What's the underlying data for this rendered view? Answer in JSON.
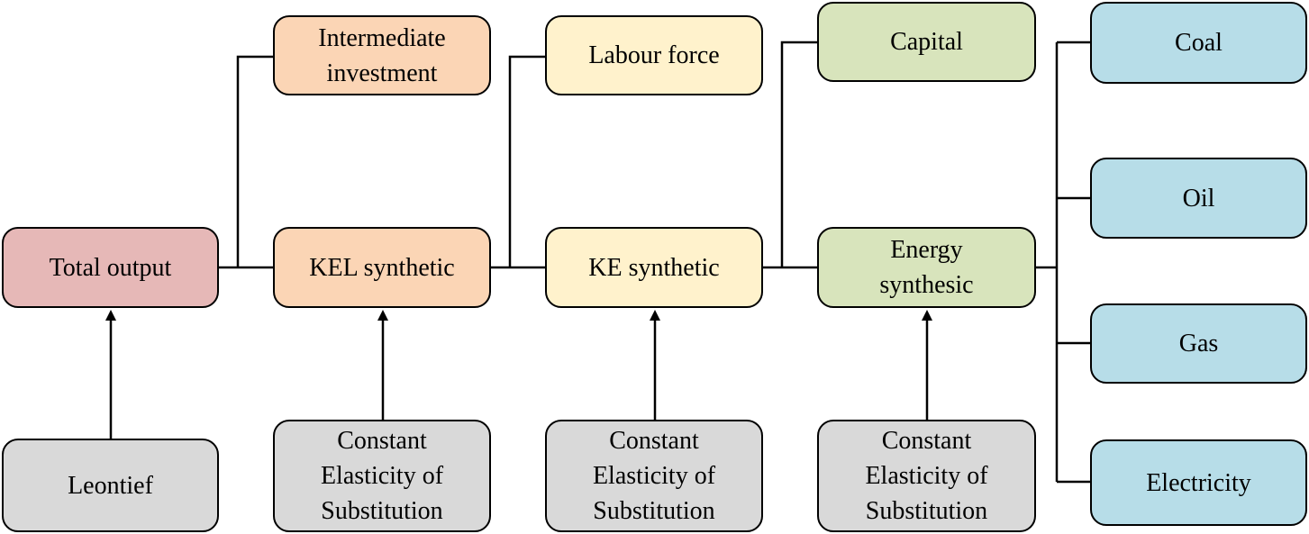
{
  "colors": {
    "total": "#e6b8b7",
    "kel": "#fbd5b5",
    "ke": "#fff2cc",
    "energy": "#d8e4bc",
    "fuel": "#b7dde8",
    "method": "#d9d9d9",
    "line": "#000000"
  },
  "nodes": {
    "total_output": "Total output",
    "intermediate_investment": "Intermediate\ninvestment",
    "kel_synthetic": "KEL synthetic",
    "labour_force": "Labour force",
    "ke_synthetic": "KE synthetic",
    "capital": "Capital",
    "energy_synthesis": "Energy\nsynthesic",
    "coal": "Coal",
    "oil": "Oil",
    "gas": "Gas",
    "electricity": "Electricity"
  },
  "methods": {
    "leontief": "Leontief",
    "ces_kel": "Constant\nElasticity of\nSubstitution",
    "ces_ke": "Constant\nElasticity of\nSubstitution",
    "ces_energy": "Constant\nElasticity of\nSubstitution"
  }
}
